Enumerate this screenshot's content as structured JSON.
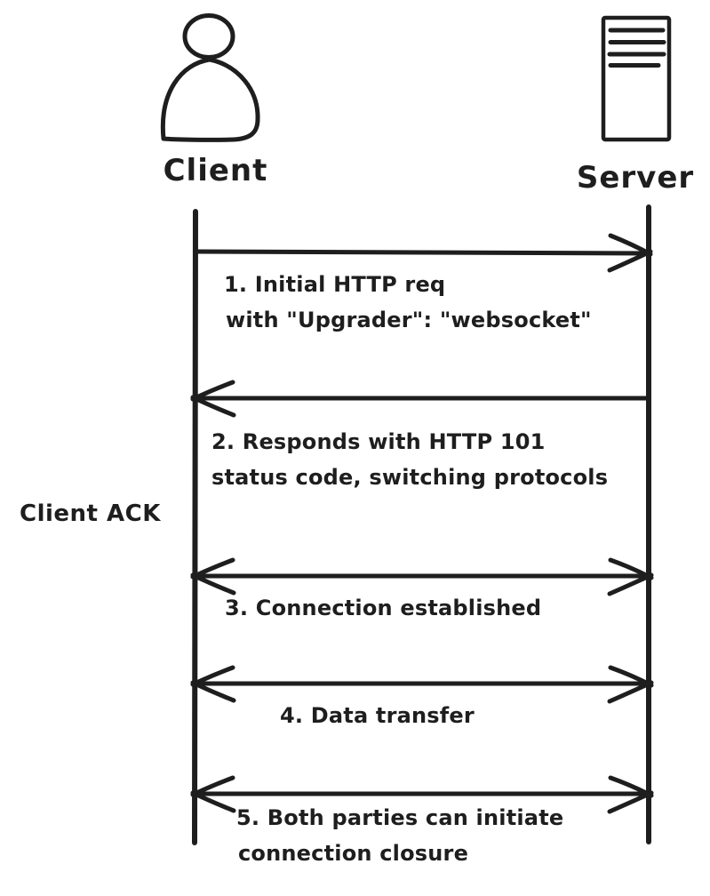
{
  "diagram": {
    "type": "sequence-diagram",
    "topic": "WebSocket connection lifecycle",
    "actors": [
      {
        "id": "client",
        "label": "Client",
        "icon": "person-icon"
      },
      {
        "id": "server",
        "label": "Server",
        "icon": "server-icon"
      }
    ],
    "side_note": "Client ACK",
    "messages": [
      {
        "num": "1",
        "direction": "client-to-server",
        "arrow": "right",
        "lines": [
          "1. Initial HTTP req",
          "with \"Upgrader\": \"websocket\""
        ]
      },
      {
        "num": "2",
        "direction": "server-to-client",
        "arrow": "left",
        "lines": [
          "2. Responds with HTTP 101",
          "status code, switching protocols"
        ]
      },
      {
        "num": "3",
        "direction": "bidirectional",
        "arrow": "both",
        "lines": [
          "3. Connection established"
        ]
      },
      {
        "num": "4",
        "direction": "bidirectional",
        "arrow": "both",
        "lines": [
          "4. Data transfer"
        ]
      },
      {
        "num": "5",
        "direction": "bidirectional",
        "arrow": "both",
        "lines": [
          "5. Both parties can initiate",
          "connection closure"
        ]
      }
    ],
    "colors": {
      "stroke": "#1e1e1e",
      "hatch": "#ccd3da",
      "background": "#ffffff"
    }
  }
}
